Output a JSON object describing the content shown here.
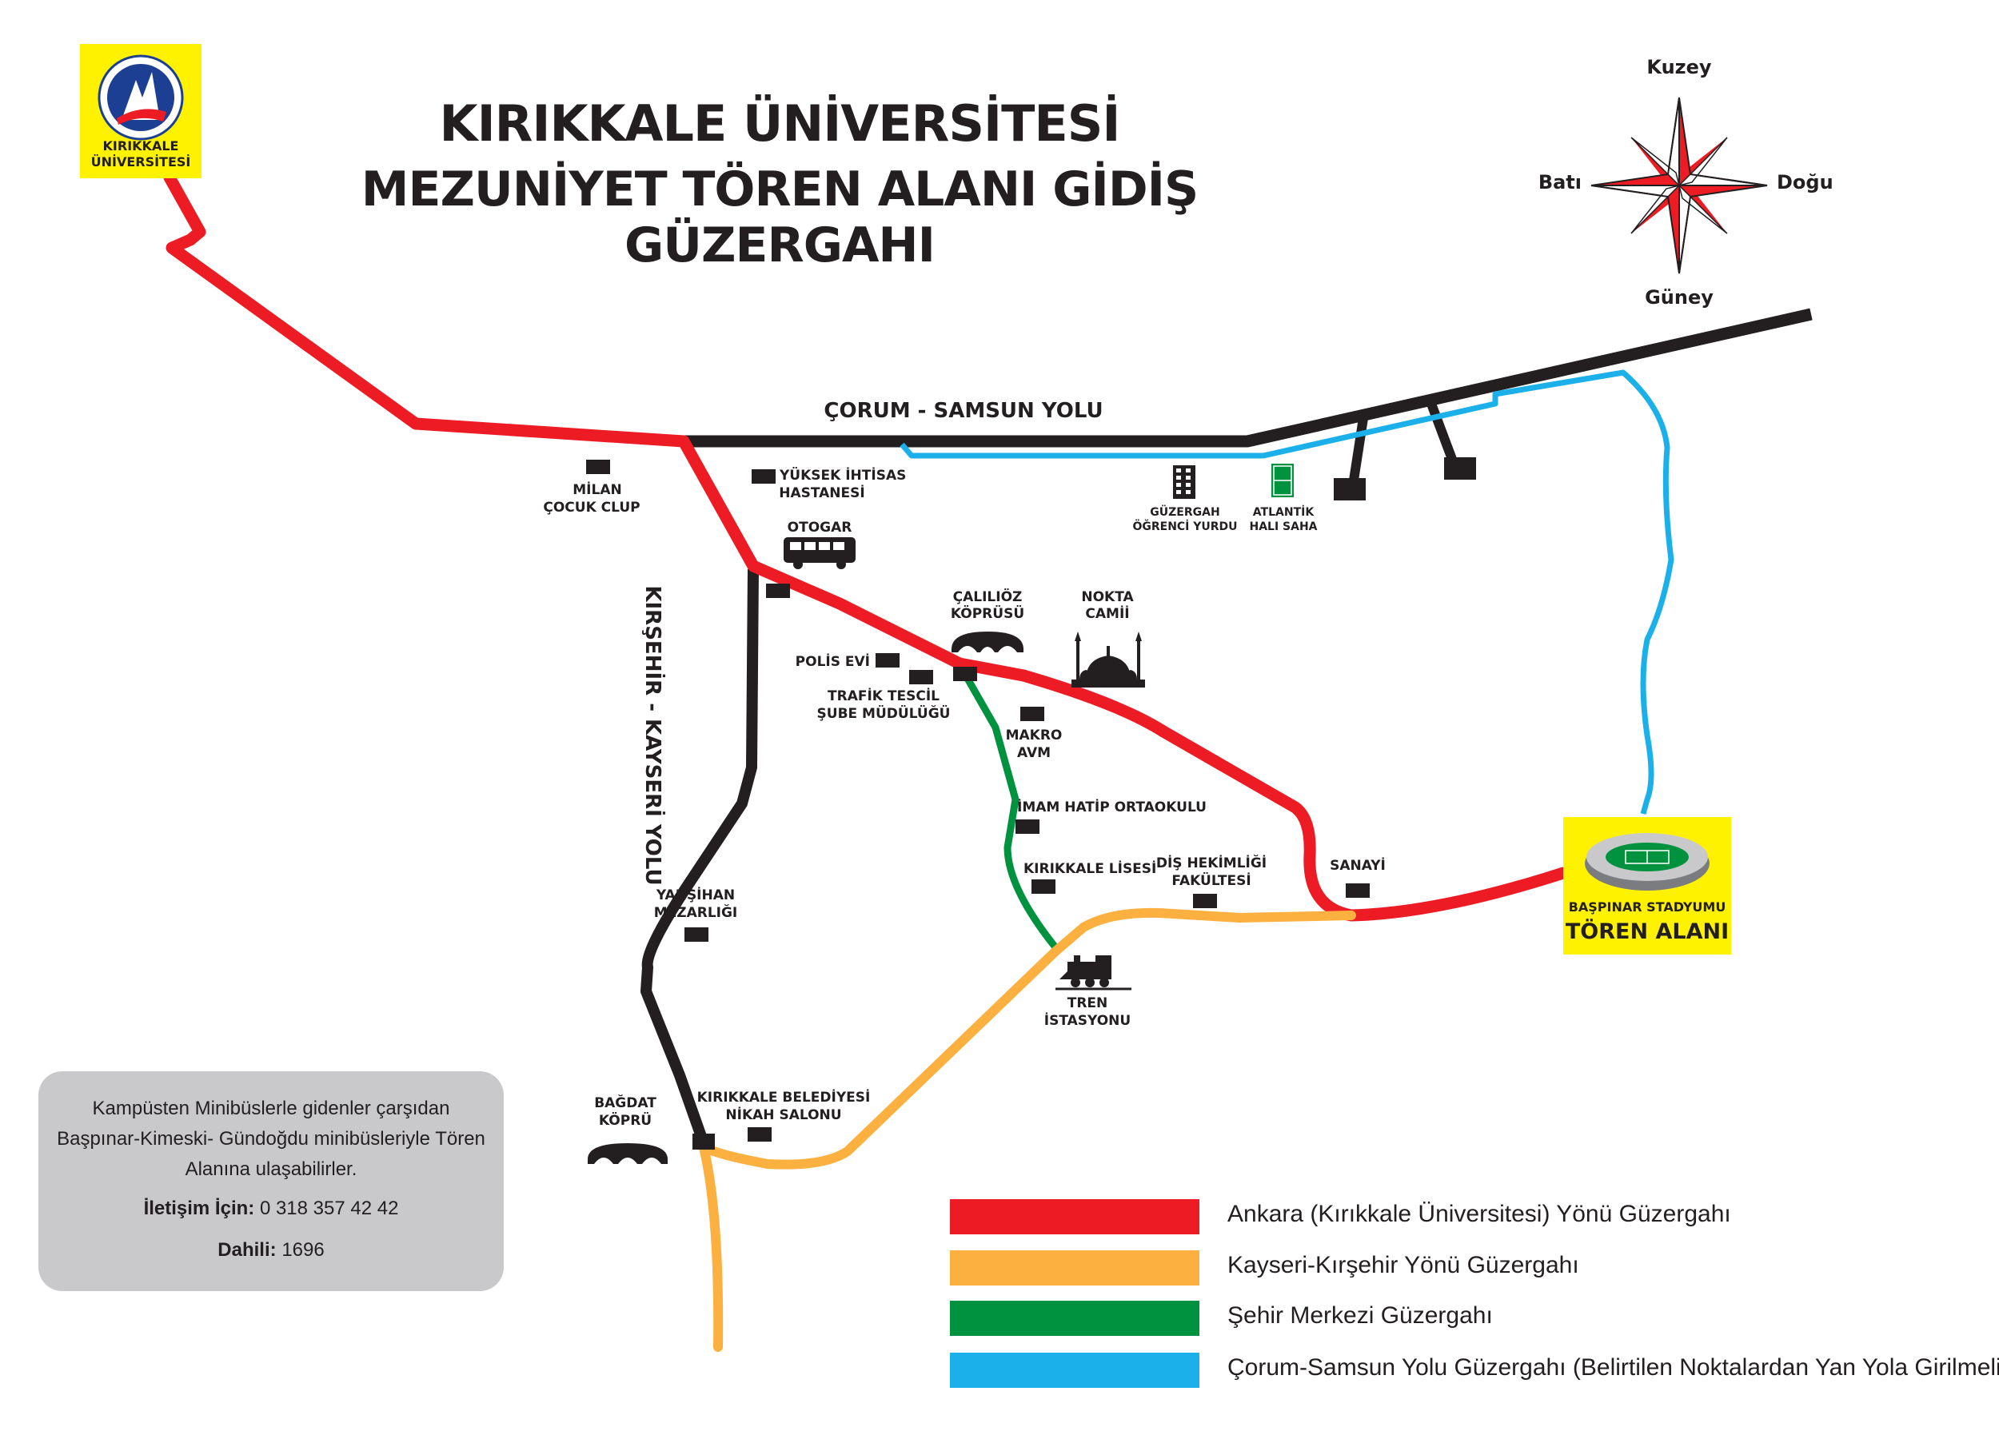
{
  "title": {
    "line1": "KIRIKKALE ÜNİVERSİTESİ",
    "line2": "MEZUNİYET TÖREN ALANI GİDİŞ GÜZERGAHI"
  },
  "logo": {
    "line1": "KIRIKKALE",
    "line2": "ÜNİVERSİTESİ"
  },
  "compass": {
    "north": "Kuzey",
    "south": "Güney",
    "east": "Doğu",
    "west": "Batı"
  },
  "roads": {
    "corum_samsun": "ÇORUM - SAMSUN YOLU",
    "kirsehir_kayseri": "KIRŞEHİR - KAYSERİ YOLU"
  },
  "places": {
    "milan_1": "MİLAN",
    "milan_2": "ÇOCUK CLUP",
    "yuksek_1": "YÜKSEK İHTİSAS",
    "yuksek_2": "HASTANESİ",
    "otogar": "OTOGAR",
    "yurdu_1": "GÜZERGAH",
    "yurdu_2": "ÖĞRENCİ YURDU",
    "atlantik_1": "ATLANTİK",
    "atlantik_2": "HALI SAHA",
    "calilioz_1": "ÇALILIÖZ",
    "calilioz_2": "KÖPRÜSÜ",
    "nokta_1": "NOKTA",
    "nokta_2": "CAMİİ",
    "polis": "POLİS EVİ",
    "trafik_1": "TRAFİK TESCİL",
    "trafik_2": "ŞUBE MÜDÜLÜĞÜ",
    "makro_1": "MAKRO",
    "makro_2": "AVM",
    "imam": "İMAM HATİP ORTAOKULU",
    "lisesi": "KIRIKKALE LİSESİ",
    "dis_1": "DİŞ HEKİMLİĞİ",
    "dis_2": "FAKÜLTESİ",
    "sanayi": "SANAYİ",
    "yahsihan_1": "YAHŞİHAN",
    "yahsihan_2": "MEZARLIĞI",
    "tren_1": "TREN",
    "tren_2": "İSTASYONU",
    "bagdat_1": "BAĞDAT",
    "bagdat_2": "KÖPRÜ",
    "belediye_1": "KIRIKKALE BELEDİYESİ",
    "belediye_2": "NİKAH SALONU"
  },
  "destination": {
    "sub": "BAŞPINAR STADYUMU",
    "main": "TÖREN ALANI"
  },
  "info": {
    "text": "Kampüsten Minibüslerle gidenler çarşıdan Başpınar-Kimeski- Gündoğdu minibüsleriyle Tören Alanına ulaşabilirler.",
    "contact_label": "İletişim İçin:",
    "contact_value": "0 318 357 42 42",
    "ext_label": "Dahili:",
    "ext_value": "1696"
  },
  "legend": [
    {
      "label": "Ankara (Kırıkkale Üniversitesi) Yönü Güzergahı",
      "color": "#ed1c24"
    },
    {
      "label": "Kayseri-Kırşehir Yönü Güzergahı",
      "color": "#fbb040"
    },
    {
      "label": "Şehir Merkezi Güzergahı",
      "color": "#00923f"
    },
    {
      "label": "Çorum-Samsun Yolu Güzergahı (Belirtilen Noktalardan Yan Yola Girilmeli)",
      "color": "#1cb0ea"
    }
  ],
  "colors": {
    "red": "#ed1c24",
    "orange": "#fbb040",
    "green": "#00923f",
    "blue": "#1cb0ea",
    "road": "#231f20",
    "highlight": "#fff200",
    "info_bg": "#c9c9cb"
  }
}
